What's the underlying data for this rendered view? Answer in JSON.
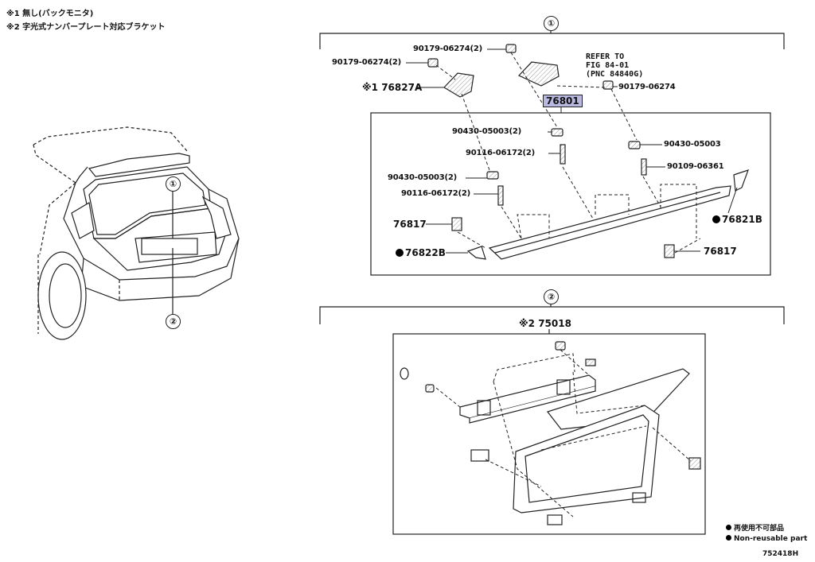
{
  "notes": [
    "※1 無し(バックモニタ)",
    "※2 字光式ナンバープレート対応ブラケット"
  ],
  "car_callouts": [
    "①",
    "②"
  ],
  "group1": {
    "callout": "①",
    "highlight": "76801",
    "refer_lines": [
      "REFER TO",
      "FIG 84-01",
      "(PNC 84840G)"
    ],
    "labels": {
      "p_90179_a": "90179-06274(2)",
      "p_90179_b": "90179-06274(2)",
      "p_76827a": "※1 76827A",
      "p_90179_c": "90179-06274",
      "p_90430_a": "90430-05003(2)",
      "p_90116_a": "90116-06172(2)",
      "p_90430_b": "90430-05003",
      "p_90109": "90109-06361",
      "p_90430_c": "90430-05003(2)",
      "p_90116_b": "90116-06172(2)",
      "p_76817_a": "76817",
      "p_76821b": "76821B",
      "p_76822b": "76822B",
      "p_76817_b": "76817"
    }
  },
  "group2": {
    "callout": "②",
    "part": "※2 75018"
  },
  "legend": {
    "line1": "再使用不可部品",
    "line2": "Non-reusable part"
  },
  "figure_id": "752418H"
}
